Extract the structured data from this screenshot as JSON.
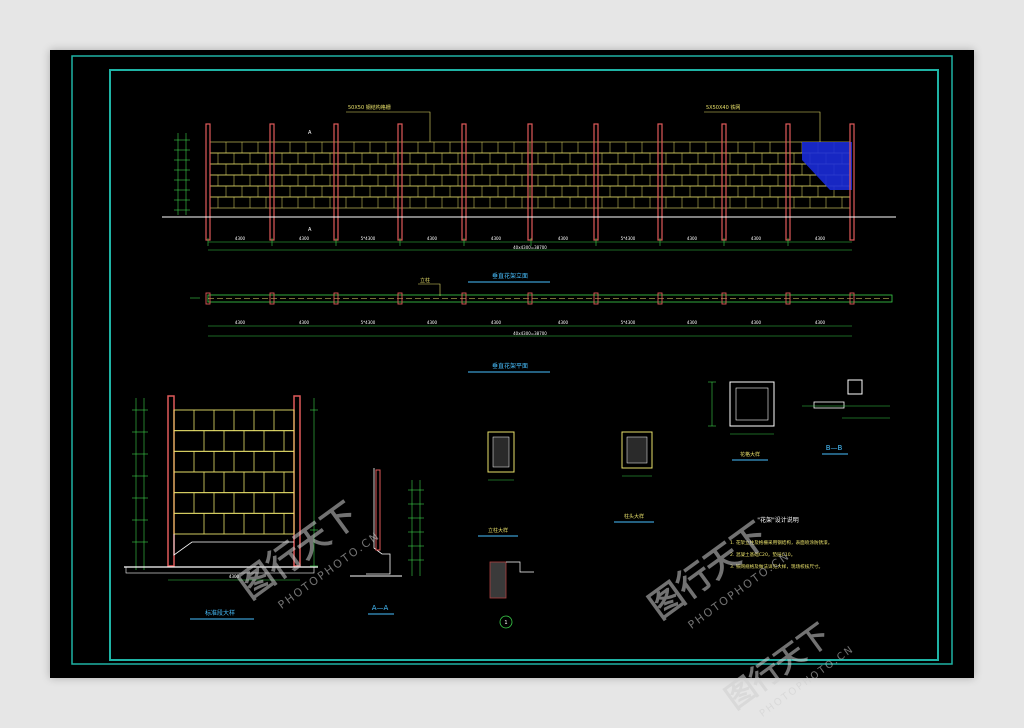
{
  "colors": {
    "page_bg": "#e6e6e6",
    "canvas_bg": "#000000",
    "border": "#1fb3a5",
    "dim_line": "#3bd14a",
    "post": "#e05a5a",
    "brick": "#e8e06a",
    "mortar": "#3a8a3a",
    "blue_fill": "#1a2bd8",
    "text_yellow": "#e8e06a",
    "title_cyan": "#48c0ff",
    "wall_red": "#b04040"
  },
  "elevation": {
    "callout_left": "50X50 钢结构格栅",
    "callout_right": "5X50X40 铁网",
    "section_mark": "A",
    "dims": [
      "4300",
      "4300",
      "5*4300",
      "4300",
      "4300",
      "4300",
      "5*4300",
      "4300",
      "4300",
      "4300"
    ],
    "total_dim": "40x4300=38700",
    "title": "垂直花架立面"
  },
  "plan": {
    "label": "立柱",
    "dims": [
      "4300",
      "4300",
      "5*4300",
      "4300",
      "4300",
      "4300",
      "5*4300",
      "4300",
      "4300",
      "4300"
    ],
    "total_dim": "40x4300=38700",
    "title": "垂直花架平面"
  },
  "details": {
    "std_section_title": "标准段大样",
    "std_bottom_dim": "4300",
    "aa_title": "A—A",
    "column_title": "立柱大样",
    "cap_title": "柱头大样",
    "flower_box_title": "花格大样",
    "bb_title": "B—B",
    "base_mark": "1"
  },
  "notes": {
    "title": "\"花架\"设计说明",
    "lines": [
      "1. 花架立柱及格栅采用钢结构，表面喷涂防锈漆。",
      "2. 混凝土基础C20，垫层C10。",
      "3. 铁网规格及做法详见大样，现场校核尺寸。"
    ]
  },
  "watermarks": [
    {
      "brand": "图行天下",
      "site": "PHOTOPHOTO.CN"
    },
    {
      "brand": "图行天下",
      "site": "PHOTOPHOTO.CN"
    },
    {
      "brand": "图行天下",
      "site": "PHOTOPHOTO.CN"
    }
  ]
}
